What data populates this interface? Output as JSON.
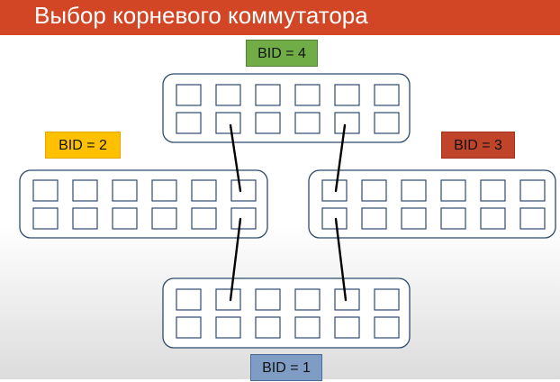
{
  "slide": {
    "title": "Выбор корневого коммутатора"
  },
  "switches": [
    {
      "id": "top",
      "bid_label": "BID = 4",
      "color": "#70ad47",
      "border": "#548235"
    },
    {
      "id": "left",
      "bid_label": "BID = 2",
      "color": "#ffc000",
      "border": "#e0a800"
    },
    {
      "id": "right",
      "bid_label": "BID = 3",
      "color": "#c0442a",
      "border": "#a0321c"
    },
    {
      "id": "bottom",
      "bid_label": "BID = 1",
      "color": "#7f9cc4",
      "border": "#4a6c99"
    }
  ],
  "colors": {
    "title_bar": "#d24625",
    "switch_border": "#2e4a6e",
    "port_border": "#2e4a6e",
    "link": "#000000"
  }
}
